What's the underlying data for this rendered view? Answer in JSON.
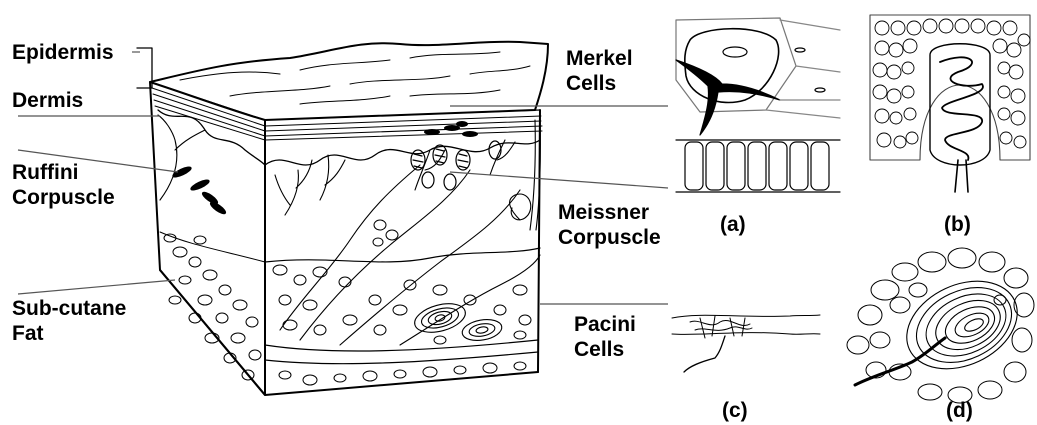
{
  "labels": {
    "epidermis": "Epidermis",
    "dermis": "Dermis",
    "ruffini_line1": "Ruffini",
    "ruffini_line2": "Corpuscle",
    "subcutane_line1": "Sub-cutane",
    "subcutane_line2": "Fat",
    "merkel_line1": "Merkel",
    "merkel_line2": "Cells",
    "meissner_line1": "Meissner",
    "meissner_line2": "Corpuscle",
    "pacini_line1": "Pacini",
    "pacini_line2": "Cells"
  },
  "panels": {
    "a": "(a)",
    "b": "(b)",
    "c": "(c)",
    "d": "(d)"
  }
}
